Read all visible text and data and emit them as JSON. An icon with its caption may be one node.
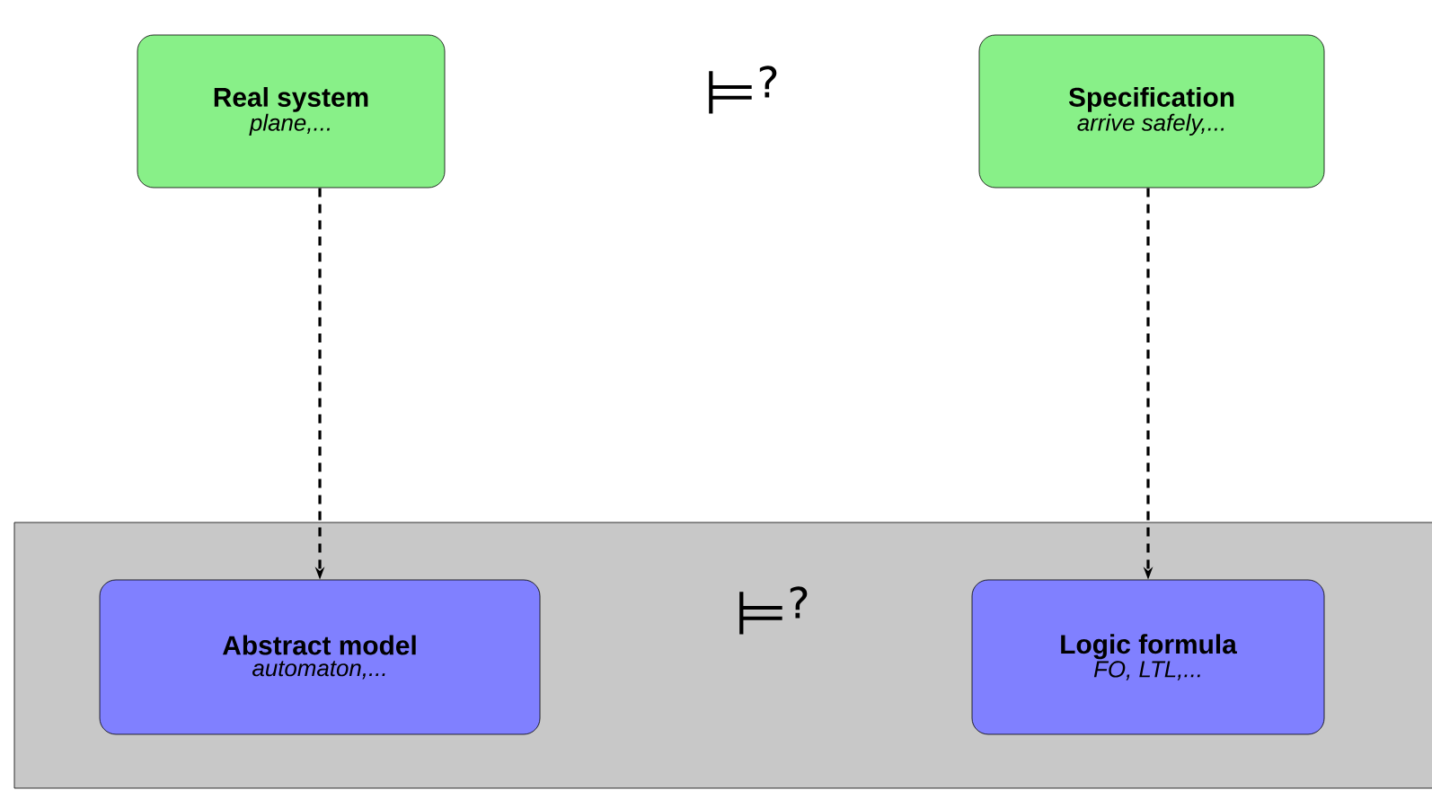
{
  "diagram": {
    "nodes": [
      {
        "text": [
          "Real system",
          "plane,..."
        ]
      },
      {
        "text": [
          "Specification",
          "arrive safely,..."
        ]
      },
      {
        "text": [],
        "shape": "box"
      },
      {
        "text": [
          "Abstract model",
          "automaton,..."
        ],
        "in": 2
      },
      {
        "text": [
          "Logic formula",
          "FO, LTL,..."
        ],
        "in": 2
      }
    ],
    "edges": [
      {
        "from": 0,
        "to": 3,
        "arrow": "to",
        "style": "dashed"
      },
      {
        "from": 1,
        "to": 4,
        "arrow": "to",
        "style": "dashed"
      }
    ],
    "labels": [
      "⊨$^{?}$",
      "⊨$^{?}$"
    ]
  }
}
